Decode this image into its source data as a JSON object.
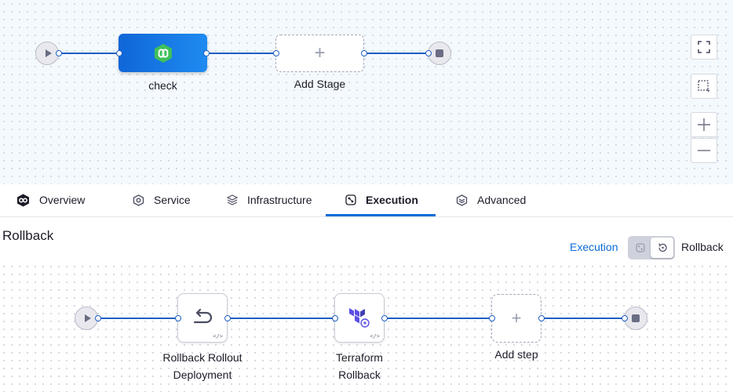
{
  "pipeline": {
    "stages": [
      {
        "name": "check",
        "icon": "green-hexagon-stage-icon"
      },
      {
        "name": "Add Stage",
        "icon": "plus-icon"
      }
    ],
    "add_stage_symbol": "+"
  },
  "canvas_controls": [
    "fullscreen-icon",
    "select-area-icon",
    "zoom-in-icon",
    "zoom-out-icon"
  ],
  "tabs": [
    {
      "label": "Overview",
      "icon": "pipeline-icon",
      "active": false
    },
    {
      "label": "Service",
      "icon": "service-hexagon-icon",
      "active": false
    },
    {
      "label": "Infrastructure",
      "icon": "infrastructure-icon",
      "active": false
    },
    {
      "label": "Execution",
      "icon": "execution-icon",
      "active": true
    },
    {
      "label": "Advanced",
      "icon": "advanced-icon",
      "active": false
    }
  ],
  "section": {
    "title": "Rollback",
    "toggle": {
      "left_label": "Execution",
      "right_label": "Rollback",
      "selected": "Rollback"
    }
  },
  "steps": [
    {
      "label_line1": "Rollback Rollout",
      "label_line2": "Deployment",
      "icon": "rollback-arrow-icon",
      "badge": "</>"
    },
    {
      "label_line1": "Terraform",
      "label_line2": "Rollback",
      "icon": "terraform-icon",
      "badge": "</>"
    },
    {
      "label_line1": "Add step",
      "label_line2": "",
      "icon": "plus-icon"
    }
  ],
  "add_step_symbol": "+",
  "colors": {
    "accent": "#0b6cd8",
    "wire": "#1f5fc1",
    "stage_gradient_start": "#0f66d8",
    "stage_gradient_end": "#1f8bf0"
  }
}
